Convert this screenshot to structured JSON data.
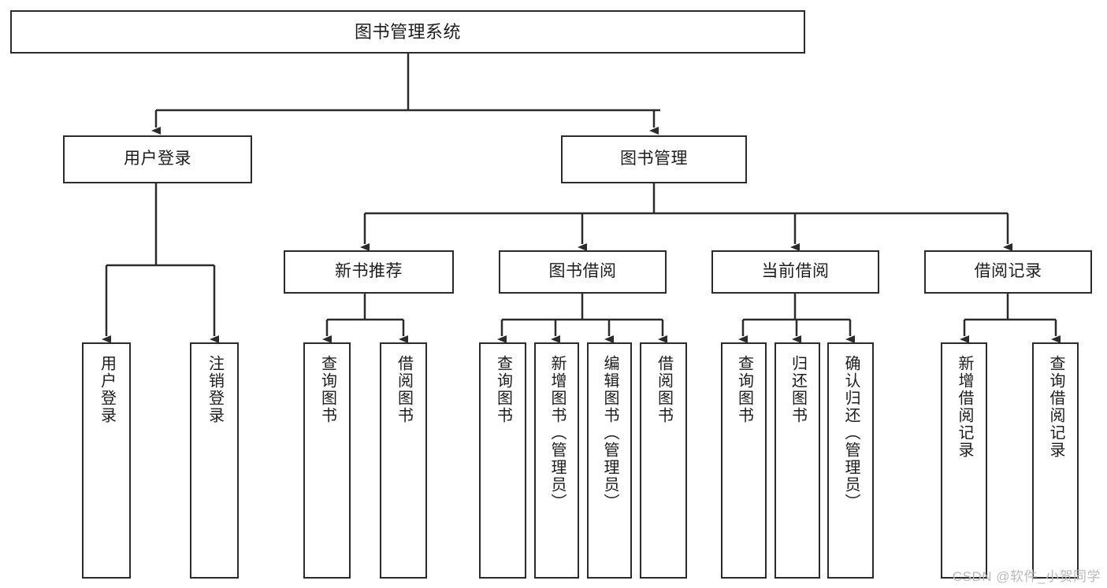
{
  "diagram": {
    "type": "tree-hierarchy",
    "title": "图书管理系统",
    "watermark": "CSDN @软件_小贺同学",
    "colors": {
      "stroke": "#2b2b2b",
      "fill": "#ffffff",
      "text": "#1c1c1c",
      "watermark": "#b9b9b9"
    },
    "root": {
      "id": "root",
      "label": "图书管理系统"
    },
    "level2": [
      {
        "id": "user-login",
        "label": "用户登录"
      },
      {
        "id": "book-manage",
        "label": "图书管理"
      }
    ],
    "level3": [
      {
        "id": "new-book-recommend",
        "label": "新书推荐",
        "parent": "book-manage"
      },
      {
        "id": "book-borrow",
        "label": "图书借阅",
        "parent": "book-manage"
      },
      {
        "id": "current-borrow",
        "label": "当前借阅",
        "parent": "book-manage"
      },
      {
        "id": "borrow-record",
        "label": "借阅记录",
        "parent": "book-manage"
      }
    ],
    "leaves": [
      {
        "id": "leaf-user-login",
        "label": "用户登录",
        "parent": "user-login"
      },
      {
        "id": "leaf-user-logout",
        "label": "注销登录",
        "parent": "user-login"
      },
      {
        "id": "leaf-query-book-1",
        "label": "查询图书",
        "parent": "new-book-recommend"
      },
      {
        "id": "leaf-borrow-book-1",
        "label": "借阅图书",
        "parent": "new-book-recommend"
      },
      {
        "id": "leaf-query-book-2",
        "label": "查询图书",
        "parent": "book-borrow"
      },
      {
        "id": "leaf-add-book",
        "label": "新增图书（管理员）",
        "parent": "book-borrow"
      },
      {
        "id": "leaf-edit-book",
        "label": "编辑图书（管理员）",
        "parent": "book-borrow"
      },
      {
        "id": "leaf-borrow-book-2",
        "label": "借阅图书",
        "parent": "book-borrow"
      },
      {
        "id": "leaf-query-book-3",
        "label": "查询图书",
        "parent": "current-borrow"
      },
      {
        "id": "leaf-return-book",
        "label": "归还图书",
        "parent": "current-borrow"
      },
      {
        "id": "leaf-confirm-return",
        "label": "确认归还（管理员）",
        "parent": "current-borrow"
      },
      {
        "id": "leaf-add-record",
        "label": "新增借阅记录",
        "parent": "borrow-record"
      },
      {
        "id": "leaf-query-record",
        "label": "查询借阅记录",
        "parent": "borrow-record"
      }
    ]
  }
}
